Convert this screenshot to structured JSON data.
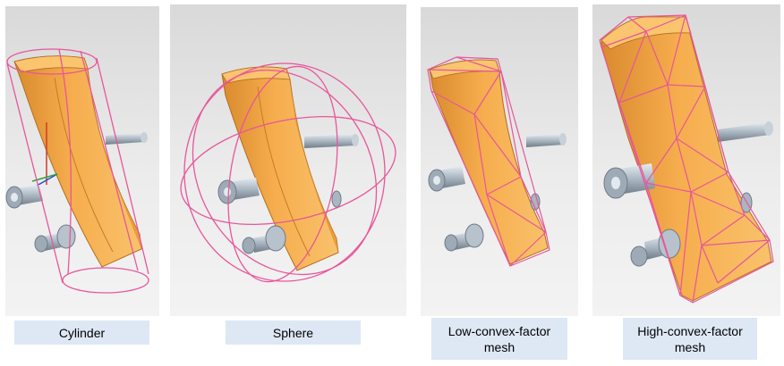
{
  "panels": [
    {
      "label": "Cylinder",
      "envelope": "cylinder"
    },
    {
      "label": "Sphere",
      "envelope": "sphere"
    },
    {
      "label": "Low-convex-factor\nmesh",
      "envelope": "low-convex-mesh"
    },
    {
      "label": "High-convex-factor\nmesh",
      "envelope": "high-convex-mesh"
    }
  ],
  "colors": {
    "part_orange": "#f2a03a",
    "part_orange_light": "#f9bd63",
    "part_orange_dark": "#c9782a",
    "wire_pink": "#e8569a",
    "steel": "#aeb9c4",
    "label_bg": "#dde8f4"
  }
}
